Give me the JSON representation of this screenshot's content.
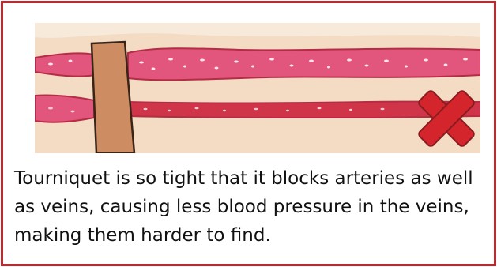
{
  "caption": {
    "text": "Tourniquet is so tight that it blocks arteries as well as veins, causing less blood pressure in the veins, making them harder to find."
  },
  "illustration": {
    "elements": [
      "skin",
      "vein-upper",
      "artery-lower",
      "tourniquet-band",
      "incorrect-cross-icon"
    ]
  },
  "colors": {
    "border": "#c0282d",
    "skin": "#f3dcc3",
    "skin_light": "#f8eadb",
    "vein": "#e2557d",
    "artery": "#cf3448",
    "vessel_outline": "#b52c46",
    "band": "#cd8c62",
    "band_outline": "#3a2418",
    "cross": "#d4252d",
    "cross_outline": "#8a1b1f"
  }
}
